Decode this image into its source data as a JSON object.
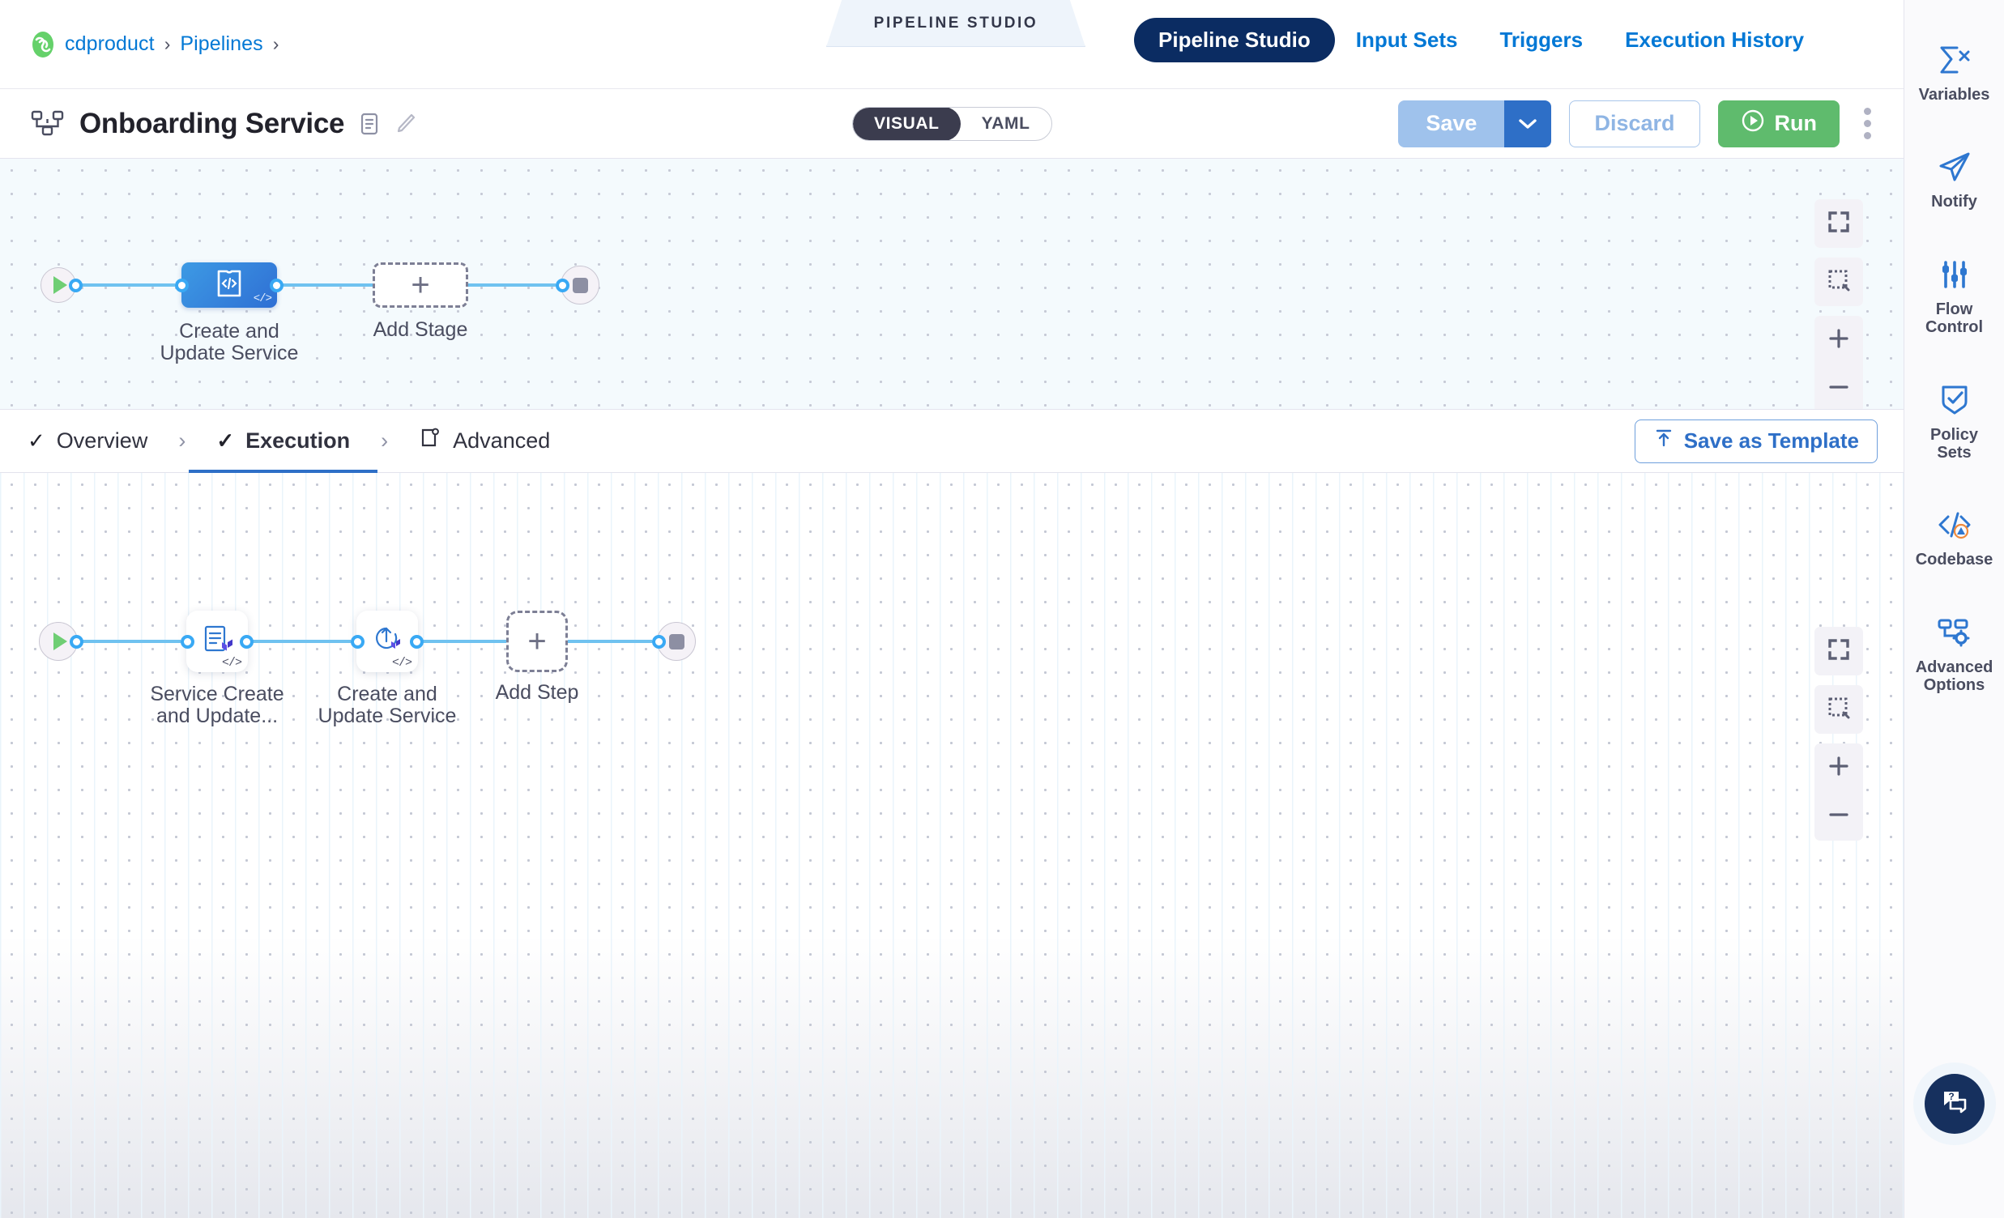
{
  "breadcrumb": {
    "project": "cdproduct",
    "section": "Pipelines",
    "separator": "›",
    "logo_icon": "harness-logo-icon"
  },
  "module_tab": {
    "label": "PIPELINE STUDIO"
  },
  "topnav": [
    {
      "label": "Pipeline Studio",
      "active": true
    },
    {
      "label": "Input Sets",
      "active": false
    },
    {
      "label": "Triggers",
      "active": false
    },
    {
      "label": "Execution History",
      "active": false
    }
  ],
  "title": {
    "name": "Onboarding Service",
    "pipeline_icon": "pipeline-hierarchy-icon",
    "description_icon": "description-icon",
    "edit_icon": "pencil-edit-icon"
  },
  "view_toggle": {
    "visual": "VISUAL",
    "yaml": "YAML",
    "selected": "VISUAL"
  },
  "actions": {
    "save_label": "Save",
    "save_caret_icon": "chevron-down-icon",
    "discard_label": "Discard",
    "run_label": "Run",
    "run_icon": "play-circle-icon",
    "more_icon": "kebab-menu-icon"
  },
  "stage_canvas": {
    "start_icon": "play-icon",
    "end_icon": "stop-icon",
    "stage": {
      "label": "Create and\nUpdate Service",
      "line1": "Create and",
      "line2": "Update Service",
      "icon": "template-code-icon",
      "badge": "</>"
    },
    "add_stage": {
      "label": "Add Stage",
      "icon": "plus-icon"
    },
    "controls": [
      {
        "name": "fit-to-screen",
        "icon": "expand-icon"
      },
      {
        "name": "marquee-select",
        "icon": "dashed-square-icon"
      },
      {
        "name": "zoom-in",
        "icon": "plus-icon"
      },
      {
        "name": "zoom-out",
        "icon": "minus-icon"
      }
    ]
  },
  "tabs": [
    {
      "label": "Overview",
      "icon": "check-icon",
      "active": false
    },
    {
      "label": "Execution",
      "icon": "check-icon",
      "active": true
    },
    {
      "label": "Advanced",
      "icon": "advanced-gear-icon",
      "active": false
    }
  ],
  "tab_chevron": "›",
  "save_template": {
    "label": "Save as Template",
    "icon": "upload-template-icon"
  },
  "step_canvas": {
    "start_icon": "play-icon",
    "end_icon": "stop-icon",
    "steps": [
      {
        "line1": "Service Create",
        "line2": "and Update...",
        "icon": "terraform-plan-icon",
        "badge": "</>"
      },
      {
        "line1": "Create and",
        "line2": "Update Service",
        "icon": "terraform-apply-icon",
        "badge": "</>"
      }
    ],
    "add_step": {
      "label": "Add Step",
      "icon": "plus-icon"
    },
    "controls": [
      {
        "name": "fit-to-screen",
        "icon": "expand-icon"
      },
      {
        "name": "marquee-select",
        "icon": "dashed-square-icon"
      },
      {
        "name": "zoom-in",
        "icon": "plus-icon"
      },
      {
        "name": "zoom-out",
        "icon": "minus-icon"
      }
    ]
  },
  "rail": [
    {
      "label": "Variables",
      "icon": "sigma-x-icon"
    },
    {
      "label": "Notify",
      "icon": "paper-plane-icon"
    },
    {
      "label": "Flow\nControl",
      "line1": "Flow",
      "line2": "Control",
      "icon": "sliders-icon"
    },
    {
      "label": "Policy\nSets",
      "line1": "Policy",
      "line2": "Sets",
      "icon": "shield-check-icon"
    },
    {
      "label": "Codebase",
      "icon": "code-warning-icon"
    },
    {
      "label": "Advanced\nOptions",
      "line1": "Advanced",
      "line2": "Options",
      "icon": "advanced-options-icon"
    }
  ],
  "help": {
    "icon": "help-chat-icon"
  },
  "colors": {
    "brand_blue": "#0278d5",
    "nav_active_bg": "#0b2c62",
    "run_green": "#5fbb6d",
    "save_blue": "#9fc2ec",
    "caret_blue": "#2e6fc7",
    "edge_blue": "#6fc2f0",
    "port_blue": "#39a9f4",
    "stage_gradient_from": "#3d9ae4",
    "stage_gradient_to": "#2f6fd4",
    "terraform_purple": "#5c4ee5",
    "warning_orange": "#ef8a3c"
  }
}
